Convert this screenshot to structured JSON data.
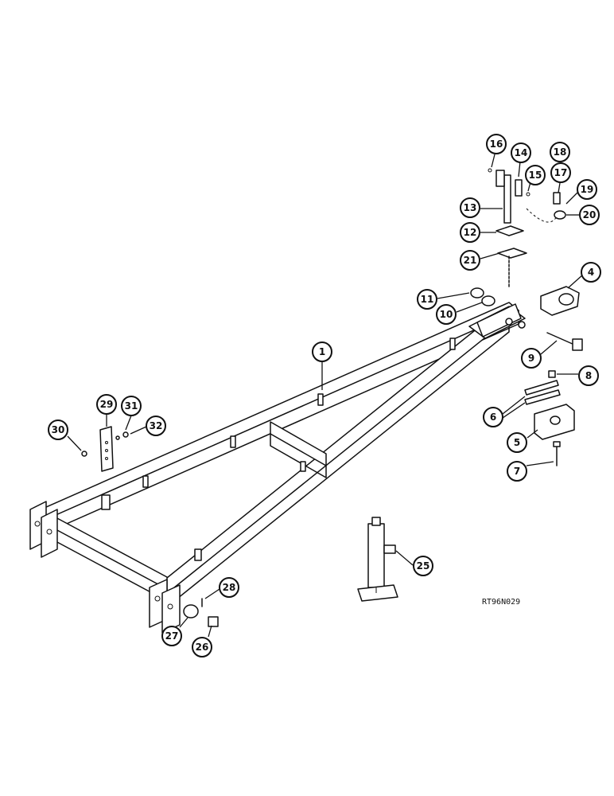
{
  "figure_code": "RT96N029",
  "callouts": [
    {
      "id": "1",
      "label": "1"
    },
    {
      "id": "4",
      "label": "4"
    },
    {
      "id": "5",
      "label": "5"
    },
    {
      "id": "6",
      "label": "6"
    },
    {
      "id": "7",
      "label": "7"
    },
    {
      "id": "8",
      "label": "8"
    },
    {
      "id": "9",
      "label": "9"
    },
    {
      "id": "10",
      "label": "10"
    },
    {
      "id": "11",
      "label": "11"
    },
    {
      "id": "12",
      "label": "12"
    },
    {
      "id": "13",
      "label": "13"
    },
    {
      "id": "14",
      "label": "14"
    },
    {
      "id": "15",
      "label": "15"
    },
    {
      "id": "16",
      "label": "16"
    },
    {
      "id": "17",
      "label": "17"
    },
    {
      "id": "18",
      "label": "18"
    },
    {
      "id": "19",
      "label": "19"
    },
    {
      "id": "20",
      "label": "20"
    },
    {
      "id": "21",
      "label": "21"
    },
    {
      "id": "25",
      "label": "25"
    },
    {
      "id": "26",
      "label": "26"
    },
    {
      "id": "27",
      "label": "27"
    },
    {
      "id": "28",
      "label": "28"
    },
    {
      "id": "29",
      "label": "29"
    },
    {
      "id": "30",
      "label": "30"
    },
    {
      "id": "31",
      "label": "31"
    },
    {
      "id": "32",
      "label": "32"
    }
  ]
}
